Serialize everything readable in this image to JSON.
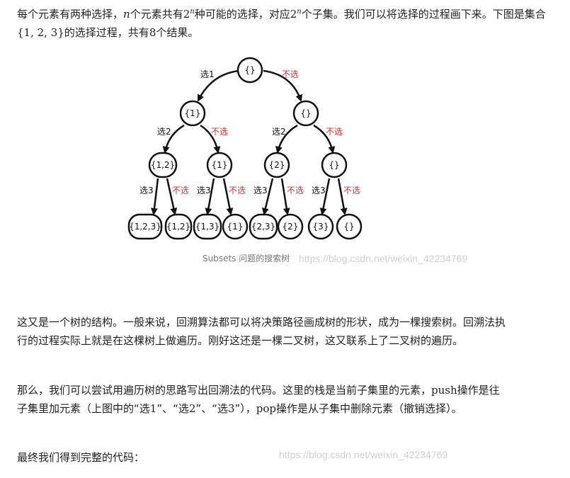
{
  "p1": {
    "a": "每个元素有两种选择，",
    "n": "n",
    "b": "个元素共有",
    "base1": "2",
    "exp1": "n",
    "c": "种可能的选择，对应",
    "base2": "2",
    "exp2": "n",
    "d": "个子集。我们可以将选择的过程画下来。下图是集合",
    "set": "{1, 2, 3}",
    "e": "的选择过程，共有",
    "count": "8",
    "f": "个结果。"
  },
  "figure": {
    "nodes": {
      "root": "{}",
      "l1a": "{1}",
      "l1b": "{}",
      "l2a": "{1,2}",
      "l2b": "{1}",
      "l2c": "{2}",
      "l2d": "{}",
      "l3a": "{1,2,3}",
      "l3b": "{1,2}",
      "l3c": "{1,3}",
      "l3d": "{1}",
      "l3e": "{2,3}",
      "l3f": "{2}",
      "l3g": "{3}",
      "l3h": "{}"
    },
    "edge_labels": {
      "sel1": "选1",
      "sel2": "选2",
      "sel3": "选3",
      "no": "不选"
    },
    "caption": "Subsets 问题的搜索树",
    "colors": {
      "no_select": "#d9302c",
      "stroke": "#111111"
    }
  },
  "watermark": "https://blog.csdn.net/weixin_42234769",
  "p2": "这又是一个树的结构。一般来说，回溯算法都可以将决策路径画成树的形状，成为一棵搜索树。回溯法执行的过程实际上就是在这棵树上做遍历。刚好这还是一棵二叉树，这又联系上了二叉树的遍历。",
  "p3": {
    "a": "那么，我们可以尝试用遍历树的思路写出回溯法的代码。这里的栈是当前子集里的元素，",
    "push": "push",
    "b": "操作是往子集里加元素（上图中的“选",
    "n1": "1",
    "c": "”、“选",
    "n2": "2",
    "d": "”、“选",
    "n3": "3",
    "e": "”），",
    "pop": "pop",
    "f": "操作是从子集中删除元素（撤销选择）。"
  },
  "p4": "最终我们得到完整的代码："
}
